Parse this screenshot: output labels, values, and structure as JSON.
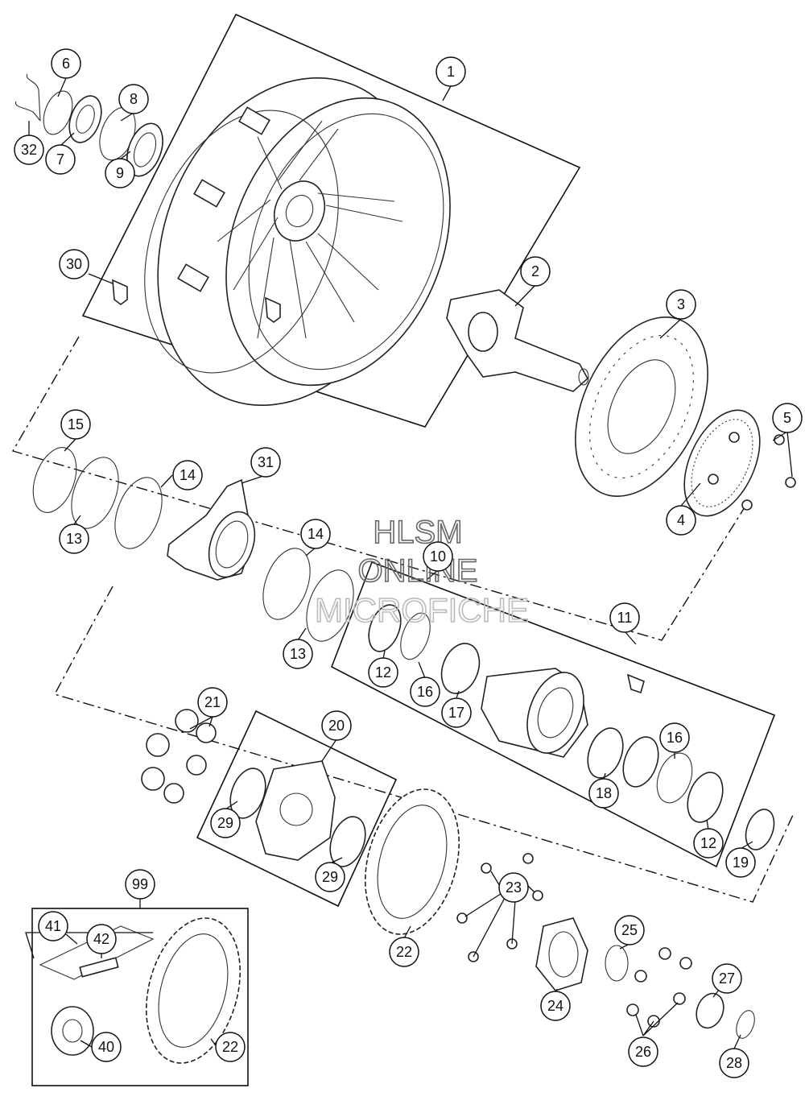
{
  "watermark": [
    "HLSM",
    "ONLINE",
    "MICROFICHE"
  ],
  "callouts": [
    "1",
    "2",
    "3",
    "4",
    "5",
    "6",
    "7",
    "8",
    "9",
    "10",
    "11",
    "12",
    "13",
    "14",
    "15",
    "16",
    "17",
    "18",
    "19",
    "20",
    "21",
    "22",
    "23",
    "24",
    "25",
    "26",
    "27",
    "28",
    "29",
    "30",
    "31",
    "32",
    "40",
    "41",
    "42",
    "99"
  ]
}
